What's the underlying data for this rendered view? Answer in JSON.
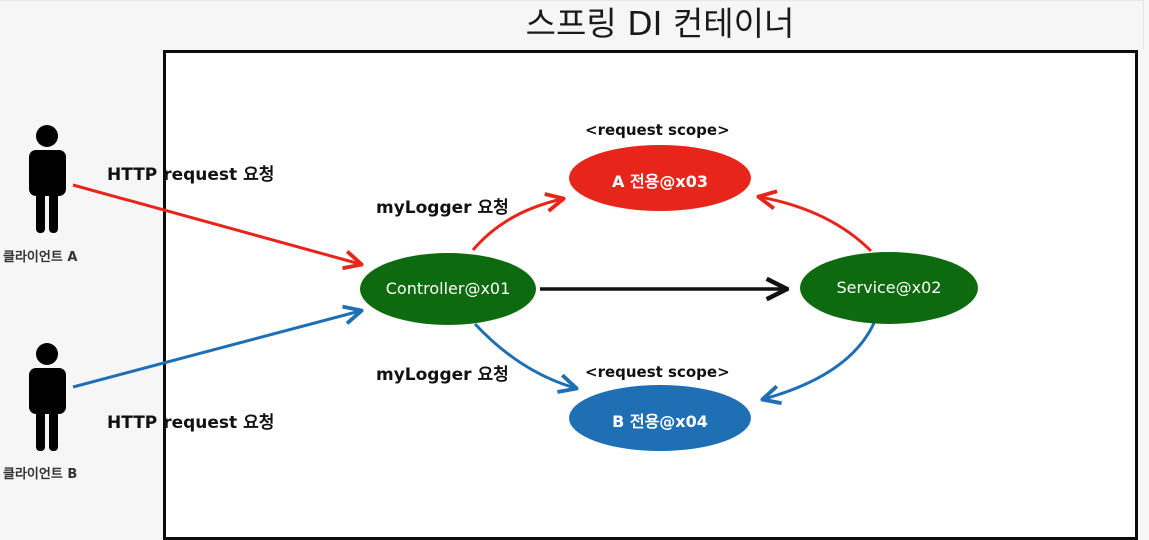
{
  "title": "스프링 DI 컨테이너",
  "colors": {
    "red": "#e8251b",
    "blue": "#1f6fb5",
    "green": "#0e6a0e",
    "black": "#111111"
  },
  "clients": [
    {
      "label": "클라이언트 A",
      "icon": "person-icon",
      "request_label": "HTTP request 요청",
      "arrow_color": "red"
    },
    {
      "label": "클라이언트 B",
      "icon": "person-icon",
      "request_label": "HTTP request 요청",
      "arrow_color": "blue"
    }
  ],
  "nodes": {
    "controller": {
      "label": "Controller@x01",
      "color": "green"
    },
    "service": {
      "label": "Service@x02",
      "color": "green"
    },
    "a_logger": {
      "label": "A 전용@x03",
      "scope": "<request scope>",
      "color": "red"
    },
    "b_logger": {
      "label": "B 전용@x04",
      "scope": "<request scope>",
      "color": "blue"
    }
  },
  "edges": {
    "logger_request_top": "myLogger 요청",
    "logger_request_bottom": "myLogger 요청"
  }
}
